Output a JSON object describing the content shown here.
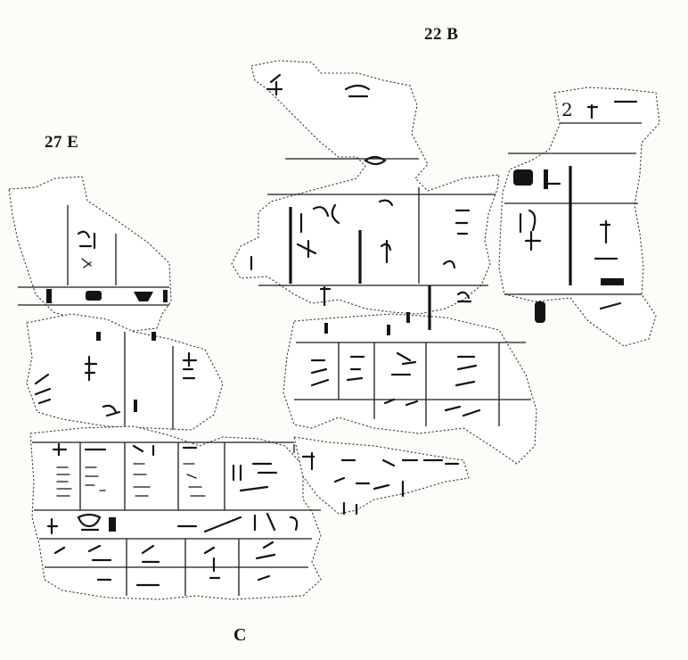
{
  "labels": {
    "fragment_top_right": "22 B",
    "fragment_left": "27 E",
    "plate_bottom": "C"
  }
}
